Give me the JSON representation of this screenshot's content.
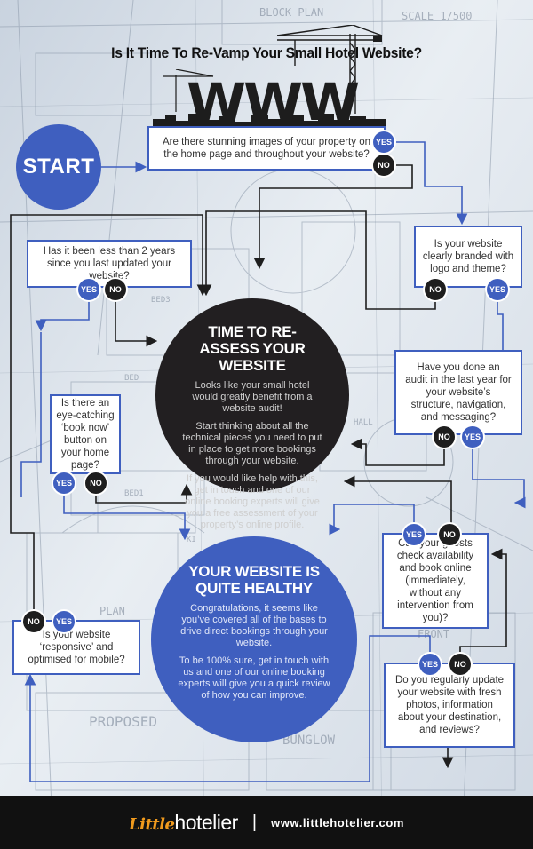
{
  "title": "Is It Time To Re-Vamp Your Small Hotel Website?",
  "hero_text": "WWW",
  "start_label": "START",
  "yes_label": "YES",
  "no_label": "NO",
  "questions": {
    "images": "Are there stunning images of your property on the home page and throughout your website?",
    "updated": "Has it been less than 2 years since you last updated your website?",
    "branded": "Is your website clearly branded with logo and theme?",
    "audit": "Have you done an audit in the last year for your website’s structure, navigation, and messaging?",
    "book_now": "Is there an eye-catching ‘book now’ button on your home page?",
    "book_online": "Can your guests check availability and book online (immediately, without any intervention from you)?",
    "responsive": "Is your website ‘responsive’ and optimised for mobile?",
    "photos": "Do you regularly update your website with fresh photos, information about your destination, and reviews?"
  },
  "reassess": {
    "title": "TIME TO RE-ASSESS YOUR WEBSITE",
    "p1": "Looks like your small hotel would greatly benefit from a website audit!",
    "p2": "Start thinking about all the technical pieces you need to put in place to get more bookings through your website.",
    "p3": "If you would like help with this, get in touch and one of our online booking experts will give you a free assessment of your property’s online profile."
  },
  "healthy": {
    "title": "YOUR WEBSITE IS QUITE HEALTHY",
    "p1": "Congratulations, it seems like you’ve covered all of the bases to drive direct bookings through your website.",
    "p2": "To be 100% sure, get in touch with us and one of our online booking experts will give you a quick review of how you can improve."
  },
  "blueprint_labels": {
    "block_plan": "BLOCK PLAN",
    "scale": "SCALE 1/500",
    "plan": "PLAN",
    "front": "FRONT",
    "proposed": "PROPOSED",
    "bungalow": "BUNGLOW",
    "bed3": "BED3",
    "bed": "BED",
    "bed1": "BED1",
    "hall": "HALL",
    "ki": "KI"
  },
  "footer": {
    "brand_little": "Little",
    "brand_hotelier": "hotelier",
    "separator": "|",
    "url": "www.littlehotelier.com"
  },
  "colors": {
    "blue": "#3f5fbf",
    "dark": "#221f21",
    "footer_bg": "#111111",
    "brand_orange": "#f09a1d"
  }
}
